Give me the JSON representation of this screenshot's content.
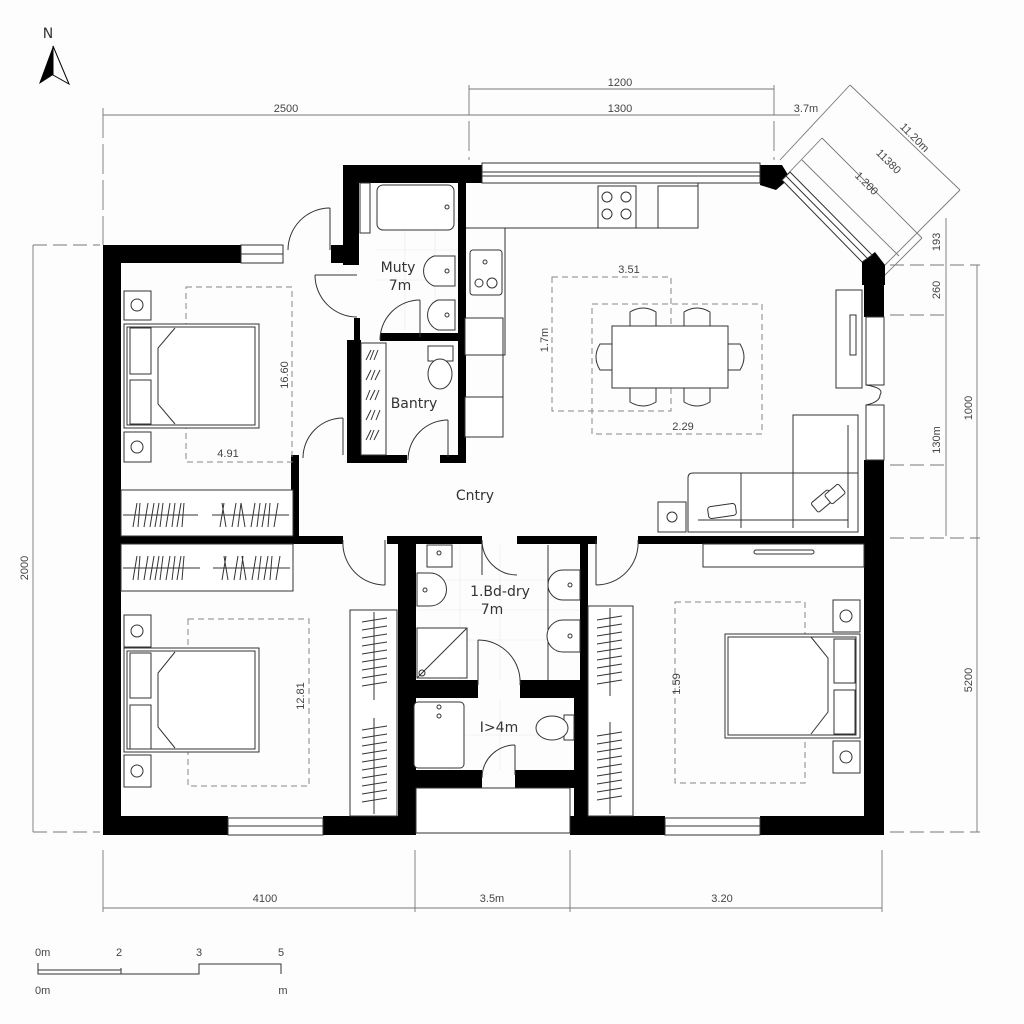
{
  "compass": {
    "label": "N"
  },
  "dimensions": {
    "top": [
      {
        "id": "top-left",
        "value": "2500"
      },
      {
        "id": "top-upper",
        "value": "1200"
      },
      {
        "id": "top-lower",
        "value": "1300"
      },
      {
        "id": "top-right",
        "value": "3.7m"
      }
    ],
    "diagonal": [
      {
        "id": "diag-outer",
        "value": "11.20m"
      },
      {
        "id": "diag-mid",
        "value": "11380"
      },
      {
        "id": "diag-inner",
        "value": "1.200"
      }
    ],
    "right": [
      {
        "id": "right-1",
        "value": "193"
      },
      {
        "id": "right-2",
        "value": "260"
      },
      {
        "id": "right-3",
        "value": "1000"
      },
      {
        "id": "right-4",
        "value": "130m"
      },
      {
        "id": "right-5",
        "value": "5200"
      }
    ],
    "left": [
      {
        "id": "left-1",
        "value": "2000"
      }
    ],
    "bottom": [
      {
        "id": "bottom-1",
        "value": "4100"
      },
      {
        "id": "bottom-2",
        "value": "3.5m"
      },
      {
        "id": "bottom-3",
        "value": "3.20"
      }
    ]
  },
  "rooms": [
    {
      "id": "utility",
      "name": "Muty",
      "area": "7m"
    },
    {
      "id": "pantry",
      "name": "Bantry"
    },
    {
      "id": "entry",
      "name": "Cntry"
    },
    {
      "id": "laundry",
      "name": "1.Bd-dry",
      "area": "7m"
    },
    {
      "id": "wc",
      "name": "I>4m"
    }
  ],
  "area_labels": {
    "bedroom1_width": "4.91",
    "bedroom1_height": "16.60",
    "bedroom2": "12.81",
    "bedroom3": "1.59",
    "dining_width": "3.51",
    "dining_height": "1.7m",
    "living_width": "2.29"
  },
  "scale_bar": {
    "top_ticks": [
      "0m",
      "2",
      "3",
      "5"
    ],
    "bottom_ticks": [
      "0m",
      "m"
    ]
  },
  "colors": {
    "wall": "#000000",
    "line": "#333333",
    "dimension": "#777777",
    "background": "#fdfdfd"
  }
}
